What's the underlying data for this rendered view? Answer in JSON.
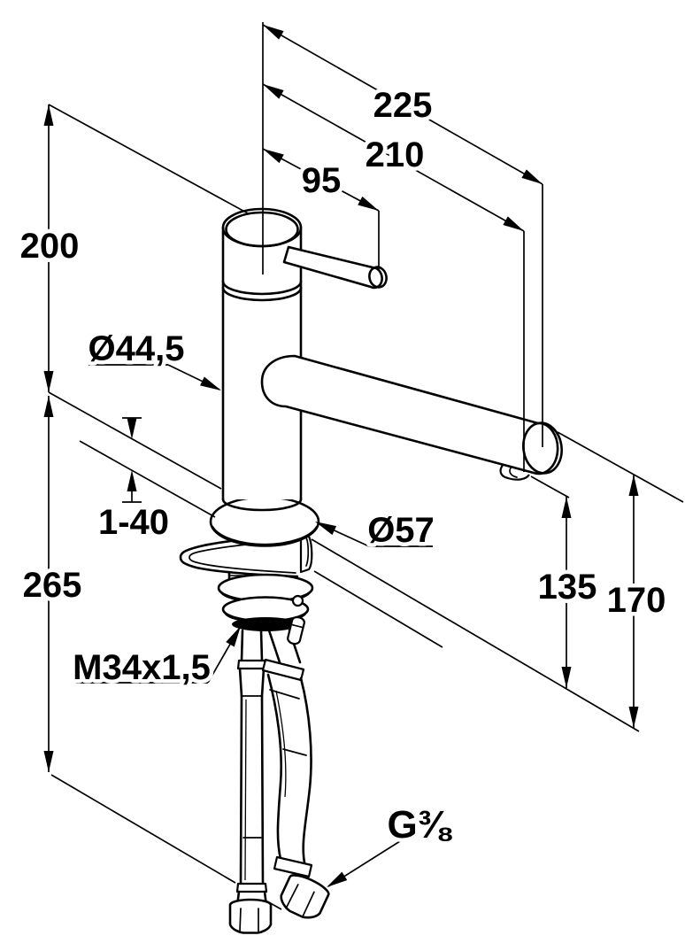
{
  "figure": {
    "background": "#ffffff",
    "line_color": "#000000",
    "description": "Technical installation line drawing of a single-lever kitchen mixer tap with dimension arrows",
    "units_implied": "mm",
    "labels": {
      "reach_full": "225",
      "reach_outlet": "210",
      "lever_length": "95",
      "height_above_mount": "200",
      "body_diameter": "Ø44,5",
      "mount_thickness_range": "1-40",
      "depth_below_mount": "265",
      "base_diameter": "Ø57",
      "spout_clearance": "135",
      "outlet_clearance": "170",
      "shank_thread": "M34x1,5",
      "hose_thread": "G⅜"
    }
  }
}
